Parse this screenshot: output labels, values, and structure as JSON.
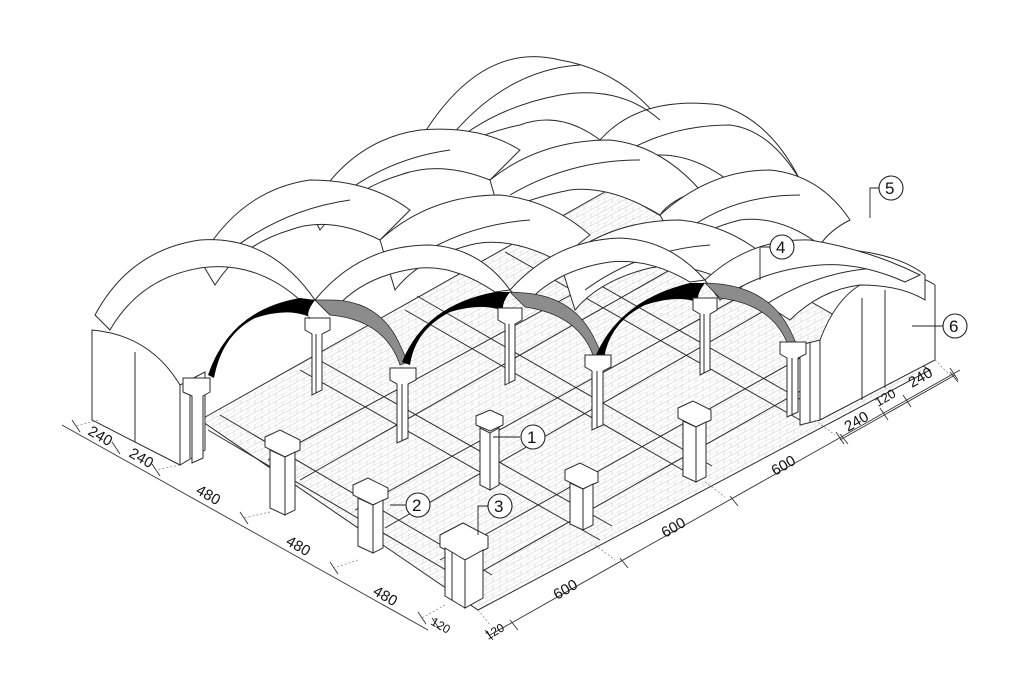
{
  "figure": {
    "description": "Isometric drawing of a masonry barrel-vaulted hall with piers and arches",
    "colors": {
      "line": "#2a2a2a",
      "arch_section_dark": "#000000",
      "arch_section_grey": "#8c8c8c",
      "floor_pattern": "#d9d9d9",
      "background": "#ffffff"
    }
  },
  "callouts": [
    {
      "id": "1",
      "label": "1",
      "target": "freestanding interior pier"
    },
    {
      "id": "2",
      "label": "2",
      "target": "edge pier with impost"
    },
    {
      "id": "3",
      "label": "3",
      "target": "corner pier"
    },
    {
      "id": "4",
      "label": "4",
      "target": "arch (section)"
    },
    {
      "id": "5",
      "label": "5",
      "target": "barrel vault"
    },
    {
      "id": "6",
      "label": "6",
      "target": "end wall"
    }
  ],
  "dimensions": {
    "left_side": [
      "240",
      "240",
      "480",
      "480",
      "480",
      "120"
    ],
    "front_side": [
      "120",
      "600",
      "600",
      "600"
    ],
    "right_side": [
      "240",
      "120",
      "240"
    ]
  }
}
